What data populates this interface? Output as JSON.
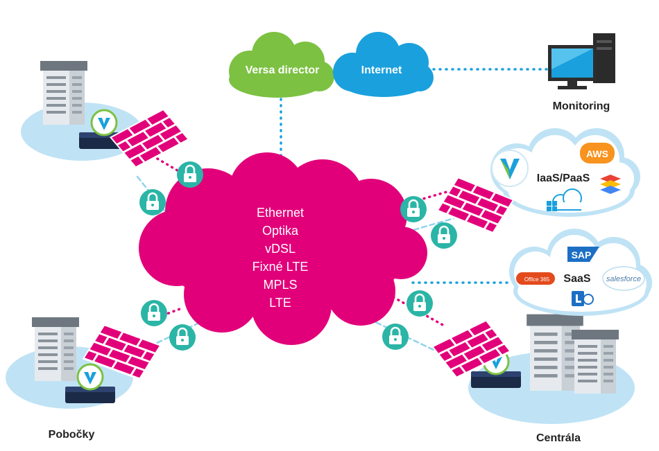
{
  "versa_director": {
    "label": "Versa director",
    "color": "#7cc142"
  },
  "internet": {
    "label": "Internet",
    "color": "#1aa0dd"
  },
  "monitoring": {
    "label": "Monitoring"
  },
  "core_network": {
    "color": "#e2007a",
    "items": [
      "Ethernet",
      "Optika",
      "vDSL",
      "Fixné LTE",
      "MPLS",
      "LTE"
    ]
  },
  "iaas": {
    "label": "IaaS/PaaS",
    "aws_label": "AWS"
  },
  "saas": {
    "label": "SaaS",
    "sap_label": "SAP",
    "office_label": "Office 365",
    "salesforce_label": "salesforce"
  },
  "branches": {
    "label": "Pobočky"
  },
  "headquarters": {
    "label": "Centrála"
  },
  "colors": {
    "lock": "#2bb5a6",
    "firewall": "#e2007a",
    "link_dotted": "#1aa0dd",
    "link_dashed": "#8fd3ec"
  }
}
